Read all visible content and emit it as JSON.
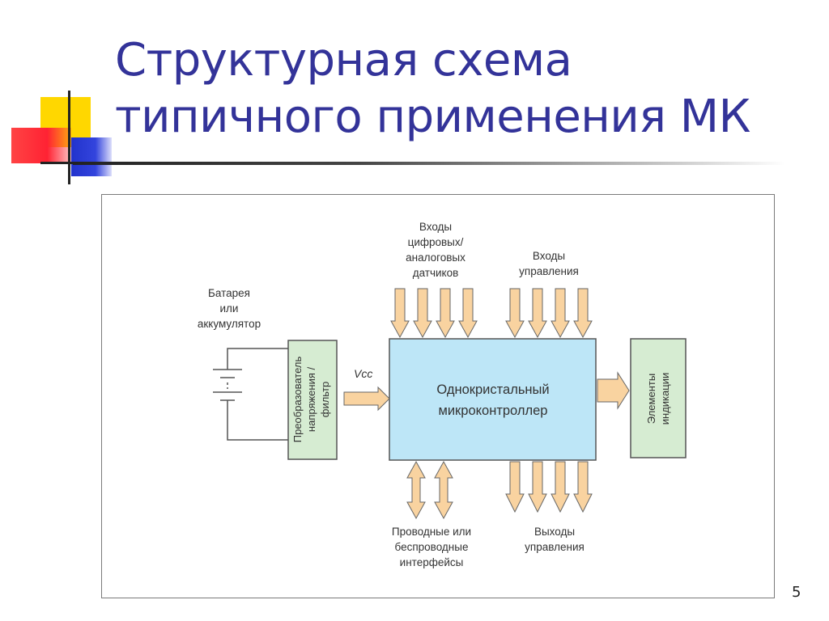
{
  "slide": {
    "title_line1": "Структурная схема",
    "title_line2": "типичного применения МК",
    "page_number": "5"
  },
  "diagram": {
    "battery_label": [
      "Батарея",
      "или",
      "аккумулятор"
    ],
    "converter_label": [
      "Преобразователь",
      "напряжения /",
      "фильтр"
    ],
    "vcc_label": "Vcc",
    "mcu_label": [
      "Однокристальный",
      "микроконтроллер"
    ],
    "sensor_inputs_label": [
      "Входы",
      "цифровых/",
      "аналоговых",
      "датчиков"
    ],
    "control_inputs_label": [
      "Входы",
      "управления"
    ],
    "interfaces_label": [
      "Проводные или",
      "беспроводные",
      "интерфейсы"
    ],
    "control_outputs_label": [
      "Выходы",
      "управления"
    ],
    "indication_label": [
      "Элементы",
      "индикации"
    ],
    "colors": {
      "block_fill": "#bde6f7",
      "green_fill": "#d6ecd2",
      "arrow_fill": "#f9d3a0",
      "stroke": "#555555"
    }
  }
}
